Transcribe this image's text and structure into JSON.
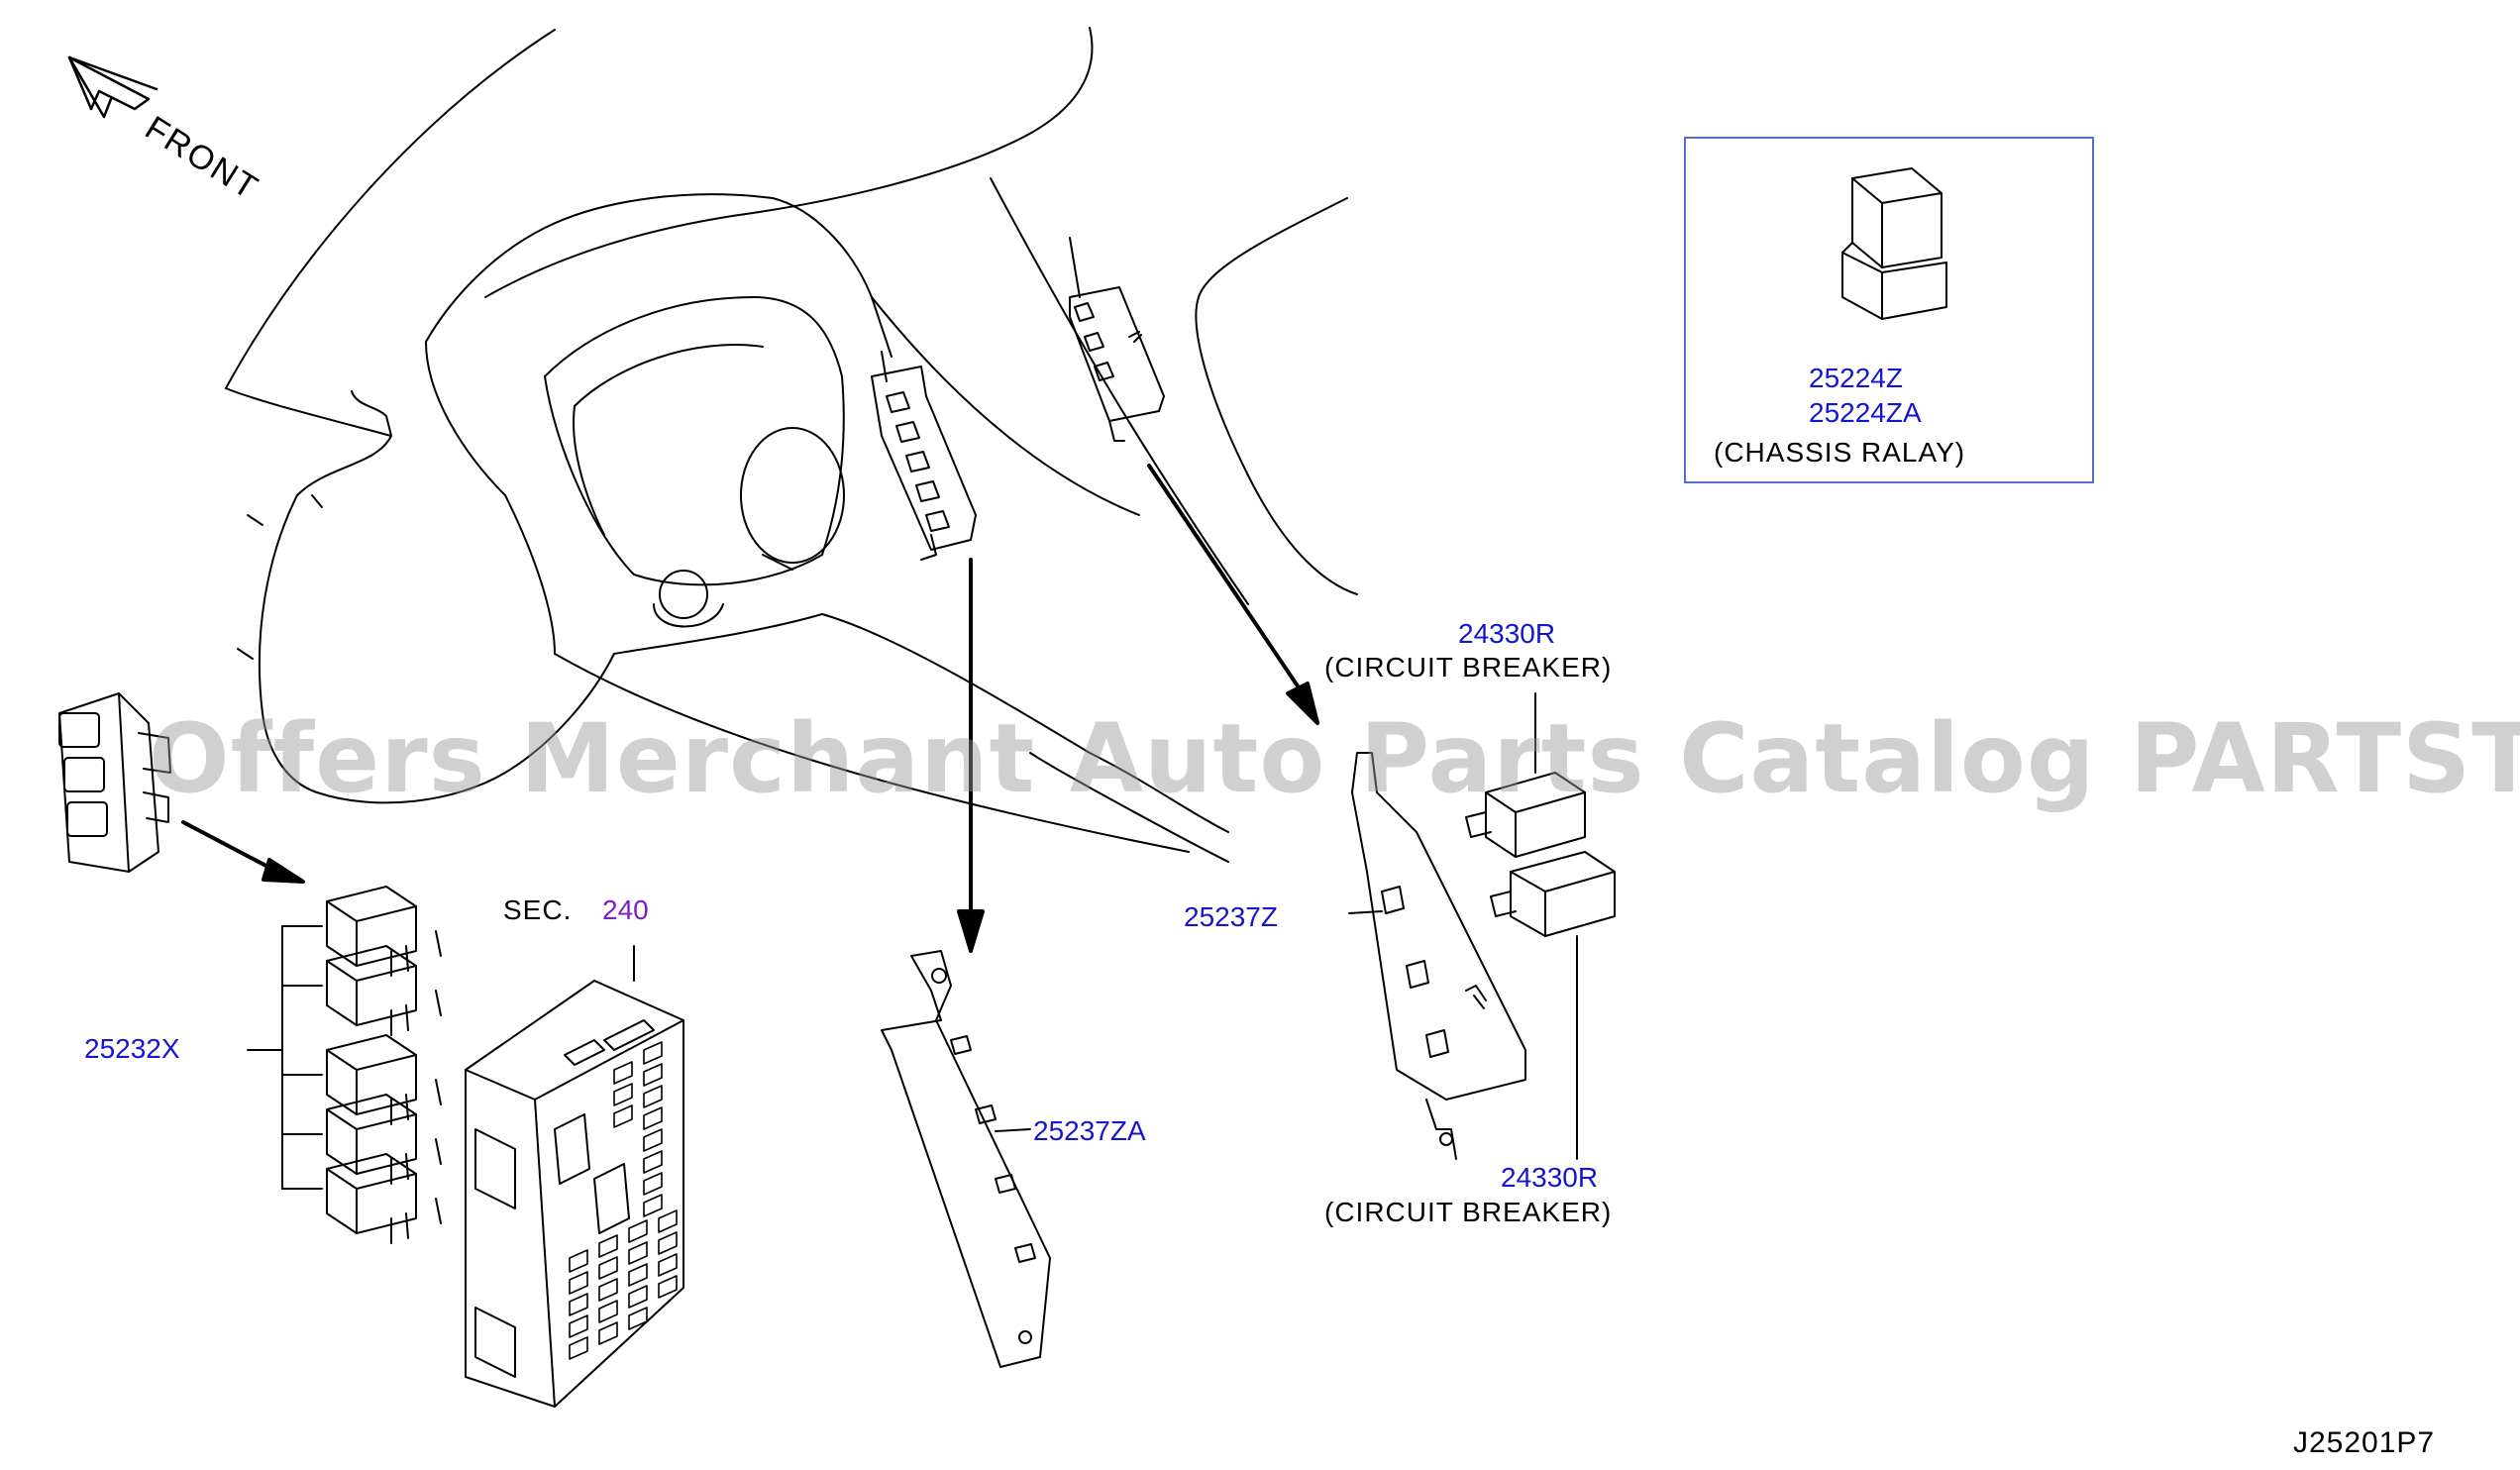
{
  "orientation": {
    "label": "FRONT",
    "icon": "arrow-up-left-icon"
  },
  "watermark": "Offers Merchant Auto Parts Catalog PARTSTORE.SA",
  "inset": {
    "part_numbers": [
      "25224Z",
      "25224ZA"
    ],
    "description": "(CHASSIS   RALAY)"
  },
  "callouts": {
    "relay_group": "25232X",
    "section_prefix": "SEC.",
    "section_number": "240",
    "bracket_a": "25237ZA",
    "bracket_b": "25237Z",
    "breaker_top_pn": "24330R",
    "breaker_top_desc": "(CIRCUIT   BREAKER)",
    "breaker_bottom_pn": "24330R",
    "breaker_bottom_desc": "(CIRCUIT   BREAKER)"
  },
  "diagram_id": "J25201P7",
  "colors": {
    "part_number": "#1414d2",
    "section_ref": "#7a1fc4",
    "inset_border": "#5570c8",
    "line": "#000000"
  }
}
